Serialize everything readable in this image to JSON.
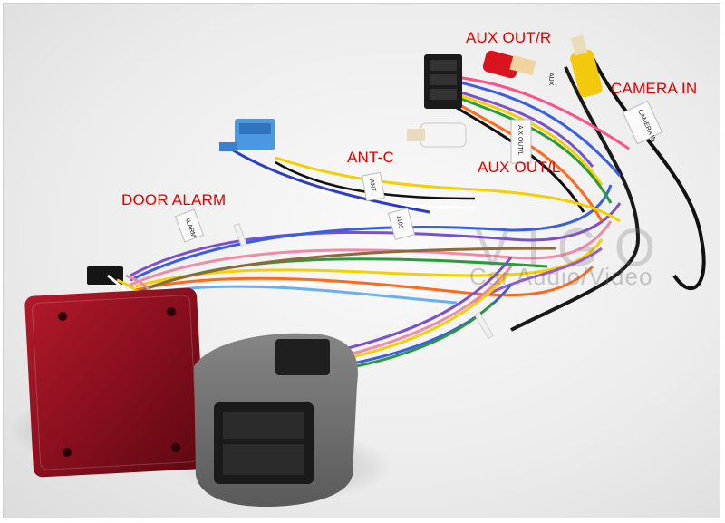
{
  "callouts": {
    "aux_out_r": "AUX  OUT/R",
    "camera_in": "CAMERA IN",
    "ant_c": "ANT-C",
    "aux_out_l": "AUX  OUT/L",
    "door_alarm": "DOOR ALARM"
  },
  "watermark": {
    "brand": "VIGO",
    "tagline": "Car Audio/Video"
  },
  "cable_tags": {
    "camera_tag": "CAMERA IN",
    "aux_l_tag": "A X OUT/L",
    "aux_r_tag": "AUX",
    "ant_tag": "ANT",
    "num_tag": "1109",
    "alarm_tag": "ALARM"
  },
  "colors": {
    "label_red": "#e00000",
    "box_red": "#8e1020",
    "foam_gray": "#6f6f6f",
    "rca_red": "#d8141e",
    "rca_yellow": "#f2c90c",
    "rca_white": "#f4f4f4",
    "antenna_blue": "#4a98e0"
  }
}
